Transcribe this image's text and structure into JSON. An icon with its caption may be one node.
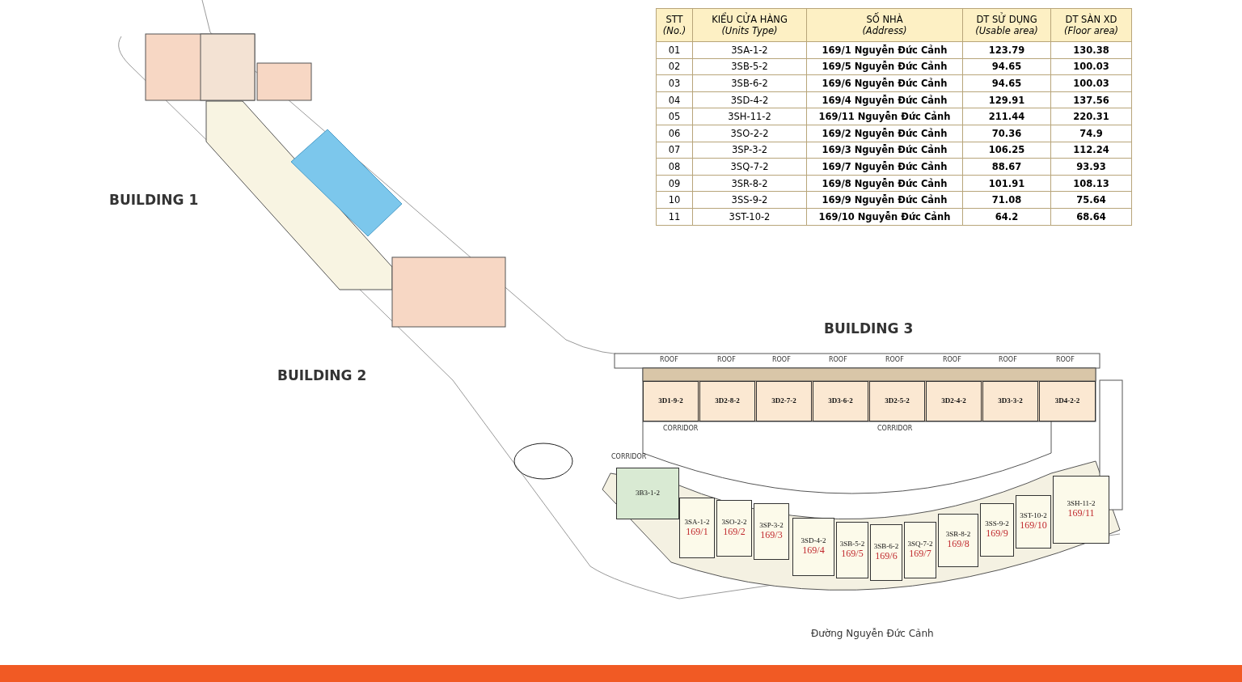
{
  "diagram": {
    "nodes": [
      {
        "text": [
          "3D1-9-2"
        ]
      },
      {
        "text": [
          "3D2-8-2"
        ]
      },
      {
        "text": [
          "3D2-7-2"
        ]
      },
      {
        "text": [
          "3D3-6-2"
        ]
      },
      {
        "text": [
          "3D2-5-2"
        ]
      },
      {
        "text": [
          "3D2-4-2"
        ]
      },
      {
        "text": [
          "3D3-3-2"
        ]
      },
      {
        "text": [
          "3D4-2-2"
        ]
      },
      {
        "text": [
          "3B3-1-2"
        ]
      },
      {
        "text": [
          "3SA-1-2",
          "169/1"
        ]
      },
      {
        "text": [
          "3SO-2-2",
          "169/2"
        ]
      },
      {
        "text": [
          "3SP-3-2",
          "169/3"
        ]
      },
      {
        "text": [
          "3SD-4-2",
          "169/4"
        ]
      },
      {
        "text": [
          "3SB-5-2",
          "169/5"
        ]
      },
      {
        "text": [
          "3SB-6-2",
          "169/6"
        ]
      },
      {
        "text": [
          "3SQ-7-2",
          "169/7"
        ]
      },
      {
        "text": [
          "3SR-8-2",
          "169/8"
        ]
      },
      {
        "text": [
          "3SS-9-2",
          "169/9"
        ]
      },
      {
        "text": [
          "3ST-10-2",
          "169/10"
        ]
      },
      {
        "text": [
          "3SH-11-2",
          "169/11"
        ]
      }
    ],
    "labels": [
      "STT",
      "(No.)",
      "KIỂU CỬA HÀNG",
      "(Units Type)",
      "SỐ NHÀ",
      "(Address)",
      "DT SỬ DỤNG",
      "(Usable area)",
      "DT SÀN XD",
      "(Floor area)",
      "01",
      "3SA-1-2",
      "169/1 Nguyễn Đức Cảnh",
      "123.79",
      "130.38",
      "02",
      "3SB-5-2",
      "169/5 Nguyễn Đức Cảnh",
      "94.65",
      "100.03",
      "03",
      "3SB-6-2",
      "169/6 Nguyễn Đức Cảnh",
      "94.65",
      "100.03",
      "04",
      "3SD-4-2",
      "169/4 Nguyễn Đức Cảnh",
      "129.91",
      "137.56",
      "05",
      "3SH-11-2",
      "169/11 Nguyễn Đức Cảnh",
      "211.44",
      "220.31",
      "06",
      "3SO-2-2",
      "169/2 Nguyễn Đức Cảnh",
      "70.36",
      "74.9",
      "07",
      "3SP-3-2",
      "169/3 Nguyễn Đức Cảnh",
      "106.25",
      "112.24",
      "08",
      "3SQ-7-2",
      "169/7 Nguyễn Đức Cảnh",
      "88.67",
      "93.93",
      "09",
      "3SR-8-2",
      "169/8 Nguyễn Đức Cảnh",
      "101.91",
      "108.13",
      "10",
      "3SS-9-2",
      "169/9 Nguyễn Đức Cảnh",
      "71.08",
      "75.64",
      "11",
      "3ST-10-2",
      "169/10 Nguyễn Đức Cảnh",
      "64.2",
      "68.64",
      "BUILDING 1",
      "BUILDING 3",
      "BUILDING 2",
      "ROOF",
      "ROOF",
      "ROOF",
      "ROOF",
      "ROOF",
      "ROOF",
      "ROOF",
      "ROOF",
      "CORRIDOR",
      "CORRIDOR",
      "CORRIDOR",
      "Đường Nguyễn Đức Cảnh"
    ]
  }
}
